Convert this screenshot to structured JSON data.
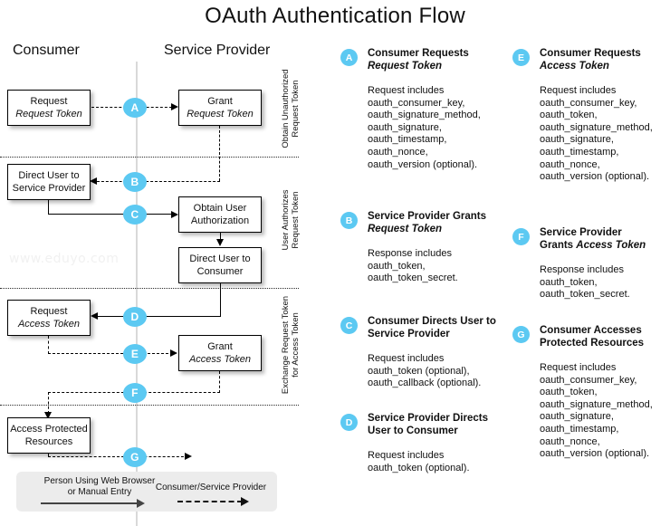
{
  "title": "OAuth Authentication Flow",
  "columns": {
    "consumer": "Consumer",
    "service_provider": "Service Provider"
  },
  "watermark": "www.eduyo.com",
  "accent_color": "#5cc9f2",
  "phases": [
    {
      "id": "phase-1",
      "line1": "Obtain Unauthorized",
      "line2": "Request Token"
    },
    {
      "id": "phase-2",
      "line1": "User Authorizes",
      "line2": "Request Token"
    },
    {
      "id": "phase-3",
      "line1": "Exchange Request Token",
      "line2": "for Access Token"
    }
  ],
  "boxes": [
    {
      "id": "box-request-request-token",
      "line1": "Request",
      "line2": "Request Token",
      "italic2": true
    },
    {
      "id": "box-grant-request-token",
      "line1": "Grant",
      "line2": "Request Token",
      "italic2": true
    },
    {
      "id": "box-direct-user-to-sp",
      "line1": "Direct User to",
      "line2": "Service Provider",
      "italic2": false
    },
    {
      "id": "box-obtain-user-auth",
      "line1": "Obtain User",
      "line2": "Authorization",
      "italic2": false
    },
    {
      "id": "box-direct-user-to-consumer",
      "line1": "Direct User to",
      "line2": "Consumer",
      "italic2": false
    },
    {
      "id": "box-request-access-token",
      "line1": "Request",
      "line2": "Access Token",
      "italic2": true
    },
    {
      "id": "box-grant-access-token",
      "line1": "Grant",
      "line2": "Access Token",
      "italic2": true
    },
    {
      "id": "box-access-protected",
      "line1": "Access Protected",
      "line2": "Resources",
      "italic2": false
    }
  ],
  "flow_steps": [
    {
      "id": "step-a",
      "letter": "A"
    },
    {
      "id": "step-b",
      "letter": "B"
    },
    {
      "id": "step-c",
      "letter": "C"
    },
    {
      "id": "step-d",
      "letter": "D"
    },
    {
      "id": "step-e",
      "letter": "E"
    },
    {
      "id": "step-f",
      "letter": "F"
    },
    {
      "id": "step-g",
      "letter": "G"
    }
  ],
  "key": {
    "solid_label_line1": "Person Using Web Browser",
    "solid_label_line2": "or Manual Entry",
    "dashed_label": "Consumer/Service Provider"
  },
  "legend_left": [
    {
      "letter": "A",
      "head_line1": "Consumer Requests",
      "head_line2": "Request Token",
      "head_line2_italic": true,
      "body": "Request includes\noauth_consumer_key,\noauth_signature_method,\noauth_signature,\noauth_timestamp,\noauth_nonce,\noauth_version (optional)."
    },
    {
      "letter": "B",
      "head_line1": "Service Provider Grants",
      "head_line2": "Request Token",
      "head_line2_italic": true,
      "body": "Response includes\noauth_token,\noauth_token_secret."
    },
    {
      "letter": "C",
      "head_line1": "Consumer Directs User to",
      "head_line2": "Service Provider",
      "head_line2_italic": false,
      "body": "Request includes\noauth_token (optional),\noauth_callback (optional)."
    },
    {
      "letter": "D",
      "head_line1": "Service Provider Directs",
      "head_line2": "User to Consumer",
      "head_line2_italic": false,
      "body": "Request includes\noauth_token (optional)."
    }
  ],
  "legend_right": [
    {
      "letter": "E",
      "head_line1": "Consumer Requests",
      "head_line2": "Access Token",
      "head_line2_italic": true,
      "body": "Request includes\noauth_consumer_key,\noauth_token,\noauth_signature_method,\noauth_signature,\noauth_timestamp,\noauth_nonce,\noauth_version (optional)."
    },
    {
      "letter": "F",
      "head_line1": "Service Provider",
      "head_line2_prefix": "Grants ",
      "head_line2": "Access Token",
      "head_line2_italic": true,
      "body": "Response includes\noauth_token,\noauth_token_secret."
    },
    {
      "letter": "G",
      "head_line1": "Consumer Accesses",
      "head_line2": "Protected Resources",
      "head_line2_italic": false,
      "body": "Request includes\noauth_consumer_key,\noauth_token,\noauth_signature_method,\noauth_signature,\noauth_timestamp,\noauth_nonce,\noauth_version (optional)."
    }
  ]
}
